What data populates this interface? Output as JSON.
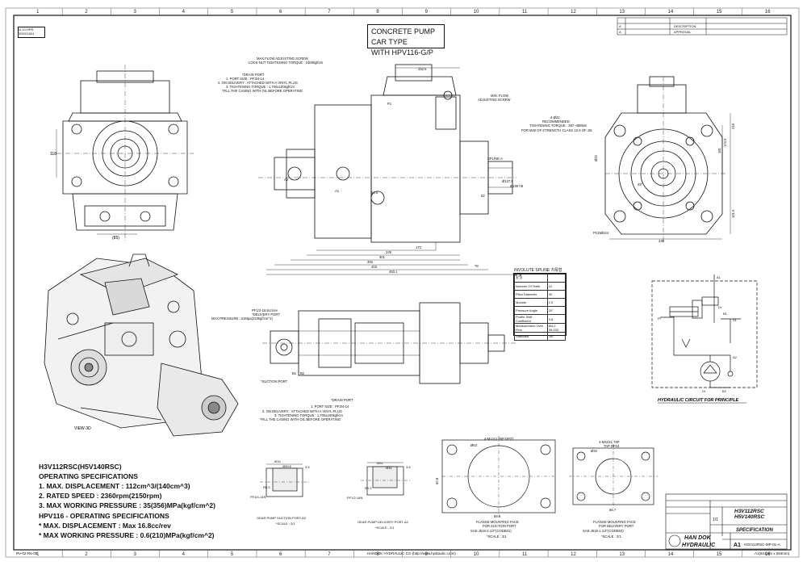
{
  "title": {
    "line1": "CONCRETE PUMP CAR TYPE",
    "line2": "WITH HPV116-G/P"
  },
  "stamp": "N-10-HPR-3SG01A01",
  "grid_cols": [
    "1",
    "2",
    "3",
    "4",
    "5",
    "6",
    "7",
    "8",
    "9",
    "10",
    "11",
    "12",
    "13",
    "14",
    "15",
    "16"
  ],
  "side_view": {
    "notes": [
      "MAX.FLOW ADJUSTING SCREW",
      "LOCK-NUT TIGHTENING TORQUE : 2400kgf/cm",
      "*DRAIN PORT",
      "1. PORT SIZE : PF3/4-14",
      "2. ON DELIVERY : ATTACHED WITH A VINYL PLUG",
      "3. TIGHTENING TORQUE : 1,700±100kgf/cm",
      "*FILL THE CASING WITH OIL BEFORE OPERATING",
      "MIN. FLOW",
      "ADJUSTING SCREW",
      "SPLINE-A"
    ],
    "dims": [
      "153.5",
      "172",
      "249",
      "301",
      "392",
      "403",
      "483.1",
      "78",
      "52",
      "64.5",
      "Ø127.5",
      "Ø160 h8",
      "A1",
      "A2",
      "P1"
    ]
  },
  "end_view": {
    "notes": [
      "4-Ø22",
      "RECOMMENDED",
      "TIGHTENING TORQUE : 367~496Nm",
      "FOR M20 OF STRENGTH CLASS 10.9 OF JIS"
    ],
    "dims": [
      "219",
      "174.5",
      "181",
      "101.5",
      "236",
      "PCDØ224",
      "45°",
      "Ø32"
    ]
  },
  "front_view": {
    "dims": [
      "(85)",
      "118"
    ]
  },
  "spline_table": {
    "title": "INVOLUTE SPLINE 치폭형식-A",
    "rows": [
      [
        "치 수",
        ""
      ],
      [
        "Number Of Teeth",
        "12"
      ],
      [
        "Pitch Diameter",
        "30"
      ],
      [
        "Module",
        "2.5"
      ],
      [
        "Pressure Angle",
        "20°"
      ],
      [
        "Profile Shift Coefficient",
        "0.8"
      ],
      [
        "Measurement Over Pins",
        "Ø4.0 39.033"
      ],
      [
        "Standard",
        "JIS"
      ]
    ]
  },
  "bottom_view": {
    "notes": [
      "PF1/2-16.8cc/rev",
      "*DELIVERY PORT",
      "MAX.PRESSURE : 21Mpa(210kgf/cm^2)",
      "*SUCTION PORT",
      "*DRAIN PORT",
      "1. PORT SIZE : PF3/4-14",
      "2. ON DELIVERY : ATTACHED WITH A VINYL PLUG",
      "3. TIGHTENING TORQUE : 1,700±100kgf/cm",
      "*FILL THE CASING WITH OIL BEFORE OPERATING"
    ],
    "labels": [
      "B1",
      "B2"
    ]
  },
  "hydraulic": {
    "caption": "HYDRAULIC CIRCUIT FOR PRINCIPLE",
    "labels": [
      "A1",
      "Pi",
      "Dr",
      "B1",
      "A2",
      "S1",
      "Dr",
      "B2"
    ]
  },
  "view3d": "VIEW-3D",
  "specs": {
    "model": "H3V112RSC(H5V140RSC)",
    "heading": "OPERATING SPECIFICATIONS",
    "lines": [
      "1. MAX. DISPLACEMENT : 112cm^3/(140cm^3)",
      "2. RATED SPEED : 2360rpm(2150rpm)",
      "3. MAX WORKING PRESSURE : 35(356)MPa(kgf/cm^2)"
    ],
    "heading2": "HPV116 - OPERATING SPECIFICATIONS",
    "lines2": [
      "* MAX. DISPLACEMENT : Max 16.8cc/rev",
      "* MAX WORKING PRESSURE : 0.6(210)MPa(kgf/cm^2)"
    ]
  },
  "ports": {
    "suction": {
      "caption": "GEAR PUMP SUCTION PORT-B2",
      "scale": "*SCALE : 2/1",
      "labels": [
        "Ø15",
        "Ø39.6",
        "PF3/4-14N",
        "R0.3",
        "3.5"
      ]
    },
    "delivery": {
      "caption": "GEAR PUMP DELIVERY PORT-A2",
      "scale": "*SCALE : 2/1",
      "labels": [
        "Ø24",
        "Ø34",
        "PF1/2-14N",
        "R0.3",
        "3.5"
      ]
    }
  },
  "flanges": {
    "suction": {
      "caption1": "FLANGE MOUNTING FACE",
      "caption2": "FOR SUCTION PORT",
      "caption3": "SAE-J518-2 1/2\"(CODE61)",
      "scale": "*SCALE : 2/1",
      "labels": [
        "4-M12x1.25P DP27",
        "Ø63",
        "88.9",
        "50.8"
      ]
    },
    "delivery": {
      "caption1": "FLANGE MOUNTING FACE",
      "caption2": "FOR DELIVERY PORT",
      "caption3": "SAE-J518-1 1/4\"(CODE62)",
      "scale": "*SCALE : 2/1",
      "labels": [
        "4-M12X1.75P",
        "TAP DP24",
        "Ø32",
        "66.7"
      ]
    }
  },
  "title_block": {
    "company1": "HAN DOK",
    "company2": "HYDRAULIC",
    "model1": "H3V112RSC",
    "model2": "H5V140RSC",
    "doc": "SPECIFICATION",
    "size": "A1",
    "scale": "1/1",
    "drawing_no": "H3V112RSC-MP-01-A"
  },
  "revision": {
    "rows": [
      [
        "A",
        "DESCRIPTION"
      ],
      [
        "A",
        "APPROVAL"
      ]
    ]
  },
  "footer": {
    "left": "RV-02-R6-08",
    "center": "HANDOK HYDRAULIC CO.(http://www.hydraulic.co.kr)",
    "right": "A1(841mm x 594mm)"
  },
  "colors": {
    "ink": "#111111",
    "paper": "#ffffff"
  }
}
